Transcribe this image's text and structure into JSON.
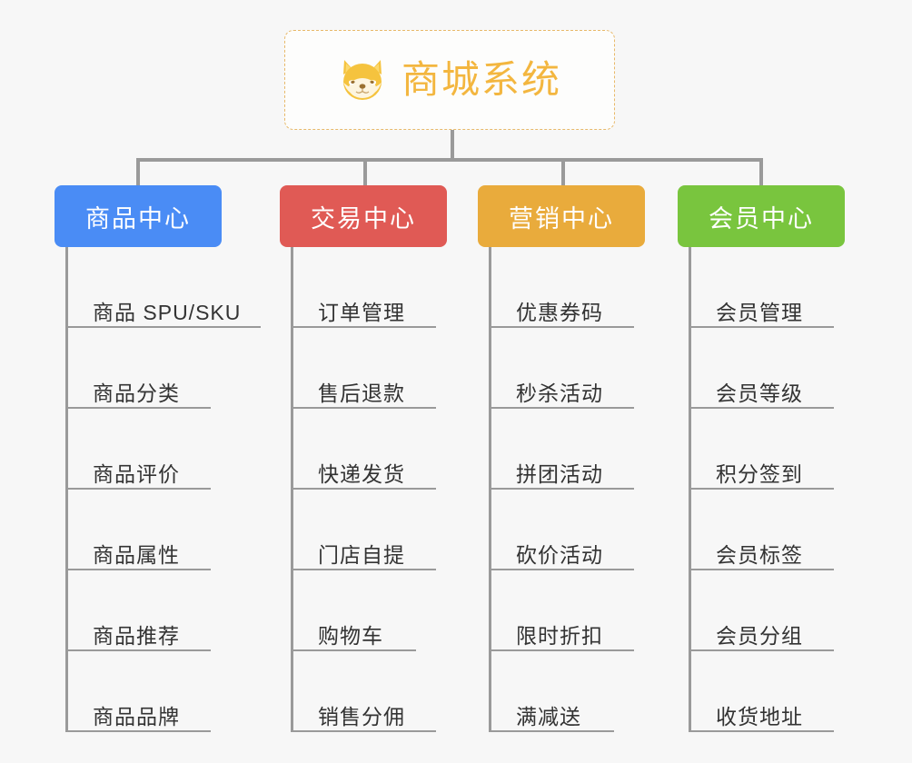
{
  "root": {
    "title": "商城系统",
    "icon": "shiba-dog-icon",
    "text_color": "#f3b63f",
    "border_color": "#e8b96a"
  },
  "connector_color": "#9a9a9a",
  "background_color": "#f7f7f7",
  "branches": [
    {
      "label": "商品中心",
      "color": "#4a8cf5",
      "items": [
        {
          "label": "商品 SPU/SKU",
          "underline_width": 215
        },
        {
          "label": "商品分类",
          "underline_width": 160
        },
        {
          "label": "商品评价",
          "underline_width": 160
        },
        {
          "label": "商品属性",
          "underline_width": 160
        },
        {
          "label": "商品推荐",
          "underline_width": 160
        },
        {
          "label": "商品品牌",
          "underline_width": 160
        }
      ]
    },
    {
      "label": "交易中心",
      "color": "#e05a55",
      "items": [
        {
          "label": "订单管理",
          "underline_width": 160
        },
        {
          "label": "售后退款",
          "underline_width": 160
        },
        {
          "label": "快递发货",
          "underline_width": 160
        },
        {
          "label": "门店自提",
          "underline_width": 160
        },
        {
          "label": "购物车",
          "underline_width": 138
        },
        {
          "label": "销售分佣",
          "underline_width": 160
        }
      ]
    },
    {
      "label": "营销中心",
      "color": "#e9ab3c",
      "items": [
        {
          "label": "优惠券码",
          "underline_width": 160
        },
        {
          "label": "秒杀活动",
          "underline_width": 160
        },
        {
          "label": "拼团活动",
          "underline_width": 160
        },
        {
          "label": "砍价活动",
          "underline_width": 160
        },
        {
          "label": "限时折扣",
          "underline_width": 160
        },
        {
          "label": "满减送",
          "underline_width": 138
        }
      ]
    },
    {
      "label": "会员中心",
      "color": "#79c53e",
      "items": [
        {
          "label": "会员管理",
          "underline_width": 160
        },
        {
          "label": "会员等级",
          "underline_width": 160
        },
        {
          "label": "积分签到",
          "underline_width": 160
        },
        {
          "label": "会员标签",
          "underline_width": 160
        },
        {
          "label": "会员分组",
          "underline_width": 160
        },
        {
          "label": "收货地址",
          "underline_width": 160
        }
      ]
    }
  ]
}
